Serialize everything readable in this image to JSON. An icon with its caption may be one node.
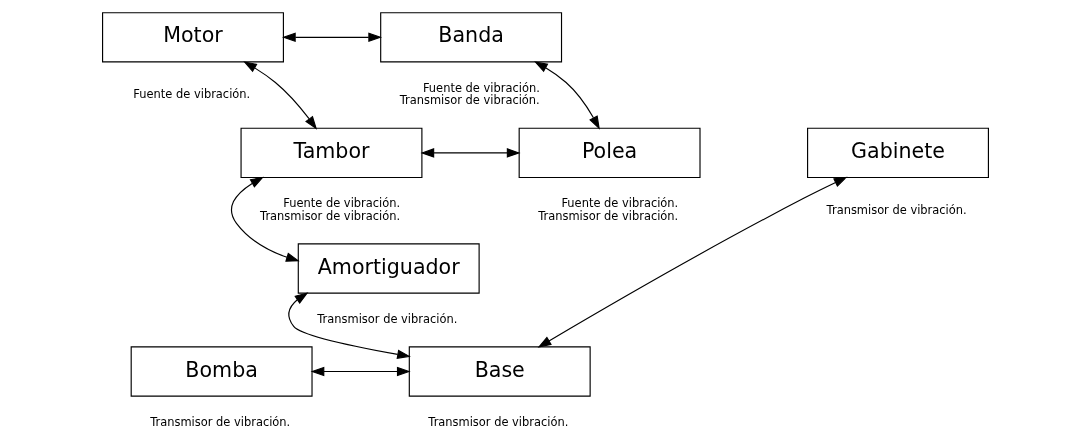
{
  "diagram": {
    "nodes": [
      {
        "text": [
          "Motor"
        ],
        "beside": [
          "Fuente de vibración."
        ]
      },
      {
        "text": [
          "Banda"
        ],
        "beside": [
          "Fuente de vibración.",
          "Transmisor de vibración."
        ]
      },
      {
        "text": [
          "Gabinete"
        ],
        "beside": [
          "Transmisor de vibración."
        ]
      },
      {
        "text": [
          "Tambor"
        ],
        "beside": [
          "Fuente de vibración.",
          "Transmisor de vibración."
        ]
      },
      {
        "text": [
          "Polea"
        ],
        "beside": [
          "Fuente de vibración.",
          "Transmisor de vibración."
        ]
      },
      {
        "text": [
          "Amortiguador"
        ],
        "beside": [
          "Transmisor de vibración."
        ]
      },
      {
        "text": [
          "Bomba"
        ],
        "beside": [
          "Transmisor de vibración."
        ]
      },
      {
        "text": [
          "Base"
        ],
        "beside": [
          "Transmisor de vibración."
        ]
      }
    ],
    "edges": [
      {
        "from": 0,
        "to": 1,
        "arrow": "both"
      },
      {
        "from": 0,
        "to": 3,
        "arrow": "both"
      },
      {
        "from": 1,
        "to": 4,
        "arrow": "both"
      },
      {
        "from": 3,
        "to": 4,
        "arrow": "both"
      },
      {
        "from": 3,
        "to": 5,
        "arrow": "both"
      },
      {
        "from": 2,
        "to": 7,
        "arrow": "both"
      },
      {
        "from": 5,
        "to": 7,
        "arrow": "both"
      },
      {
        "from": 6,
        "to": 7,
        "arrow": "both"
      }
    ]
  }
}
